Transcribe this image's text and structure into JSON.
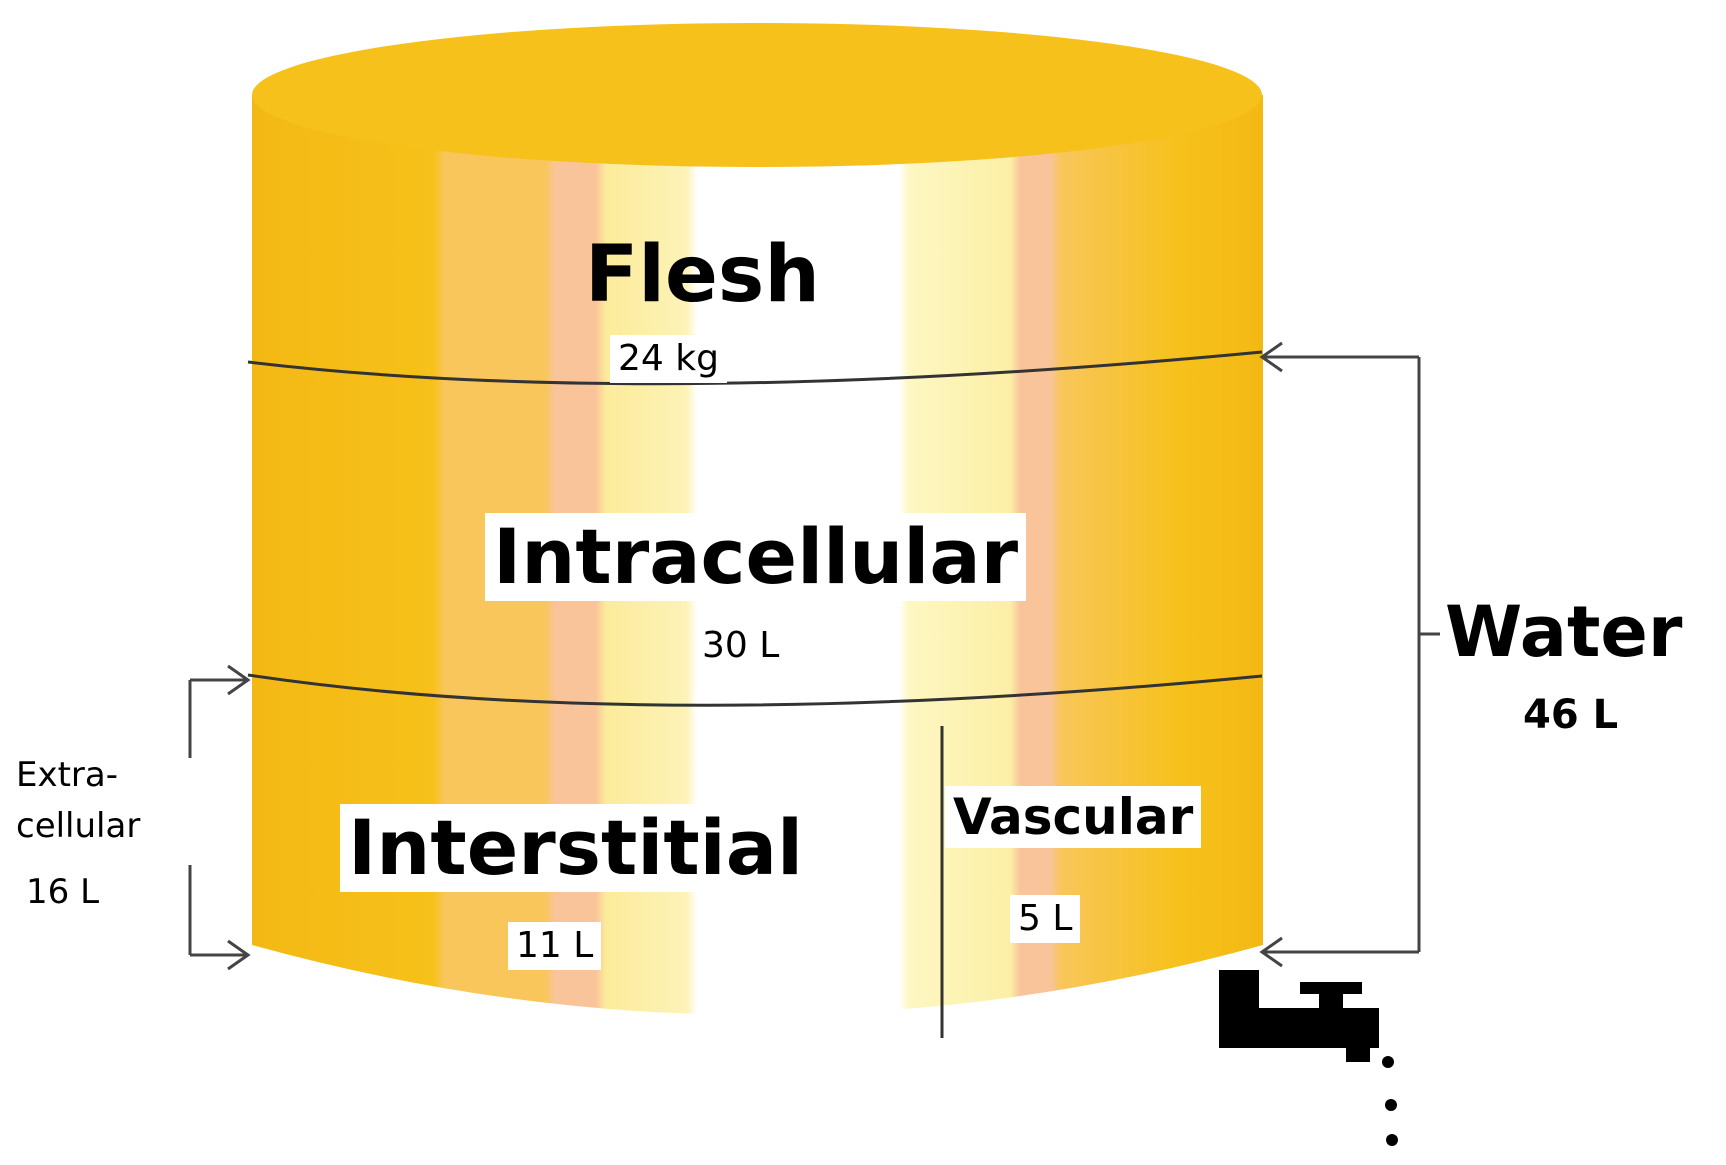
{
  "diagram": {
    "compartments": {
      "flesh": {
        "name": "Flesh",
        "amount": "24 kg"
      },
      "intracellular": {
        "name": "Intracellular",
        "amount": "30 L"
      },
      "interstitial": {
        "name": "Interstitial",
        "amount": "11 L"
      },
      "vascular": {
        "name": "Vascular",
        "amount": "5 L"
      }
    },
    "brackets": {
      "extracellular": {
        "line1": "Extra-",
        "line2": "cellular",
        "amount": "16 L"
      },
      "water": {
        "name": "Water",
        "amount": "46 L"
      }
    },
    "colors": {
      "tank_gold": "#F6C11A",
      "tank_band_orange": "#F8B86B",
      "tank_band_peach": "#F9C79A",
      "tank_band_cream": "#FCEFA6",
      "tank_band_white": "#FFFFFF",
      "outline": "#333333",
      "spout": "#000000"
    },
    "icons": {
      "tap": "faucet-icon",
      "drops": "water-drops-icon"
    }
  }
}
